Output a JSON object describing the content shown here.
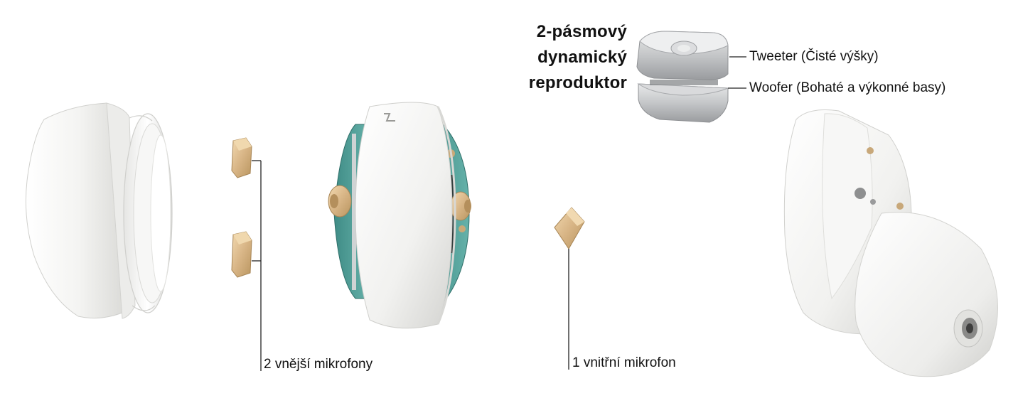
{
  "speaker": {
    "title_lines": [
      "2-pásmový",
      "dynamický",
      "reproduktor"
    ],
    "tweeter_label": "Tweeter (Čisté výšky)",
    "woofer_label": "Woofer (Bohaté a výkonné basy)"
  },
  "labels": {
    "outer_mics": "2 vnější mikrofony",
    "inner_mic": "1 vnitřní mikrofon"
  },
  "parts": [
    {
      "name": "outer-shell",
      "icon": "earbud-outer-shell"
    },
    {
      "name": "outer-microphone",
      "icon": "microphone-chip"
    },
    {
      "name": "outer-microphone",
      "icon": "microphone-chip"
    },
    {
      "name": "circuit-board",
      "icon": "pcb-ring"
    },
    {
      "name": "inner-microphone",
      "icon": "microphone-chip"
    },
    {
      "name": "speaker-unit",
      "icon": "two-way-driver"
    },
    {
      "name": "ear-tip-housing",
      "icon": "earbud-inner-housing"
    }
  ],
  "colors": {
    "shell": "#f2f2f0",
    "shell_shadow": "#d9d9d6",
    "gold": "#d9b88a",
    "pcb": "#5aa6a0",
    "metal": "#bfc1c3",
    "line": "#222222"
  }
}
